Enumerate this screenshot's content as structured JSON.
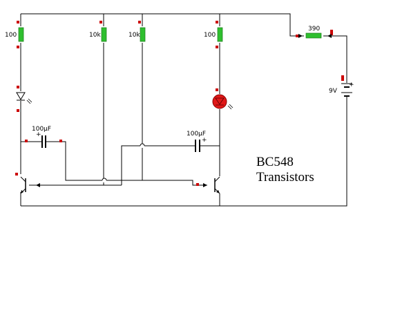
{
  "diagram": {
    "components": {
      "r1": "100",
      "r2": "10k",
      "r3": "10k",
      "r4": "100",
      "r5": "390",
      "c1": "100µF",
      "c2": "100µF",
      "battery": "9V",
      "c1_plus": "+",
      "c2_plus": "+",
      "battery_plus": "+"
    },
    "note": {
      "line1": "BC548",
      "line2": "Transistors"
    }
  }
}
